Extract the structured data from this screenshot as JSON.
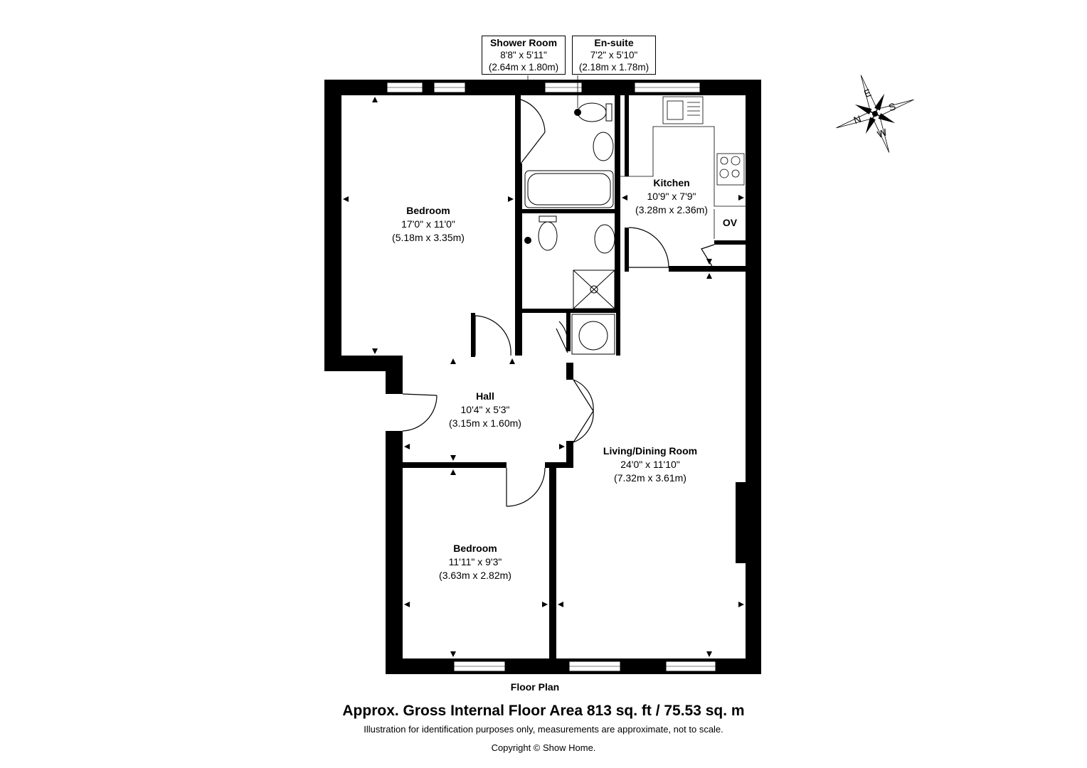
{
  "rooms": {
    "bedroom_1": {
      "name": "Bedroom",
      "imperial": "17'0\" x 11'0\"",
      "metric": "(5.18m x 3.35m)"
    },
    "kitchen": {
      "name": "Kitchen",
      "imperial": "10'9\" x 7'9\"",
      "metric": "(3.28m x 2.36m)"
    },
    "hall": {
      "name": "Hall",
      "imperial": "10'4\" x 5'3\"",
      "metric": "(3.15m x 1.60m)"
    },
    "living": {
      "name": "Living/Dining Room",
      "imperial": "24'0\" x 11'10\"",
      "metric": "(7.32m x 3.61m)"
    },
    "bedroom_2": {
      "name": "Bedroom",
      "imperial": "11'11\" x 9'3\"",
      "metric": "(3.63m x 2.82m)"
    }
  },
  "callouts": {
    "shower_room": {
      "name": "Shower Room",
      "imperial": "8'8\" x 5'11\"",
      "metric": "(2.64m x 1.80m)"
    },
    "en_suite": {
      "name": "En-suite",
      "imperial": "7'2\" x 5'10\"",
      "metric": "(2.18m x 1.78m)"
    }
  },
  "oven_label": "OV",
  "compass": {
    "n": "N",
    "e": "E",
    "s": "S",
    "w": "W"
  },
  "caption": "Floor Plan",
  "area_title": "Approx. Gross Internal Floor Area 813 sq. ft / 75.53 sq. m",
  "disclaimer": "Illustration for identification purposes only, measurements are approximate, not to scale.",
  "copyright": "Copyright © Show Home."
}
